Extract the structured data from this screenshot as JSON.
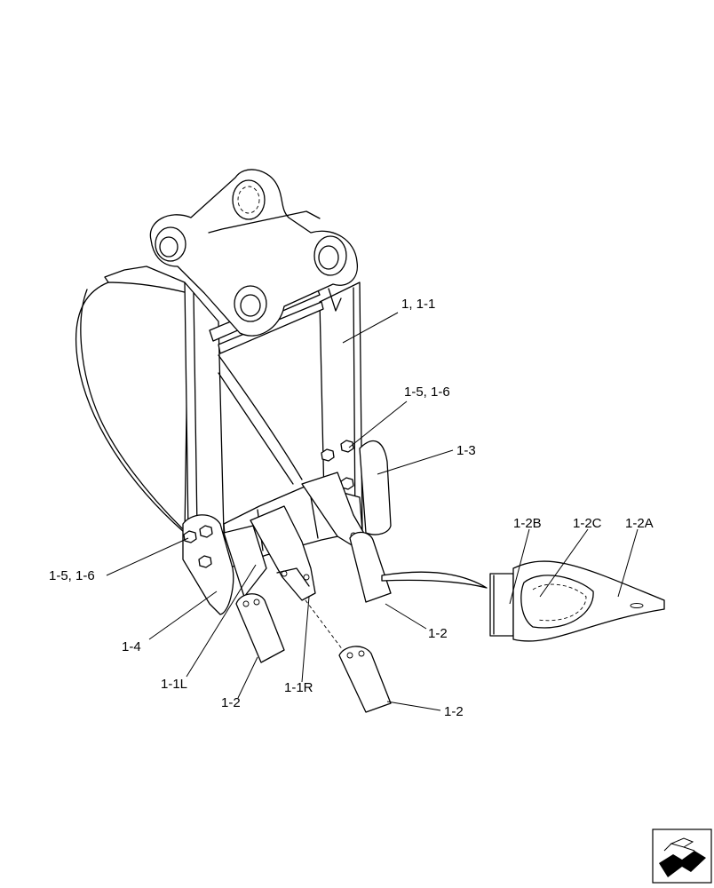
{
  "diagram": {
    "callouts": {
      "c_1_1": "1, 1-1",
      "c_1_5_6_right": "1-5, 1-6",
      "c_1_3": "1-3",
      "c_1_5_6_left": "1-5, 1-6",
      "c_1_4": "1-4",
      "c_1_1L": "1-1L",
      "c_1_2_left": "1-2",
      "c_1_1R": "1-1R",
      "c_1_2_center": "1-2",
      "c_1_2_right": "1-2",
      "c_1_2B": "1-2B",
      "c_1_2C": "1-2C",
      "c_1_2A": "1-2A"
    },
    "nav_icon": "page-turn-arrow-icon"
  }
}
